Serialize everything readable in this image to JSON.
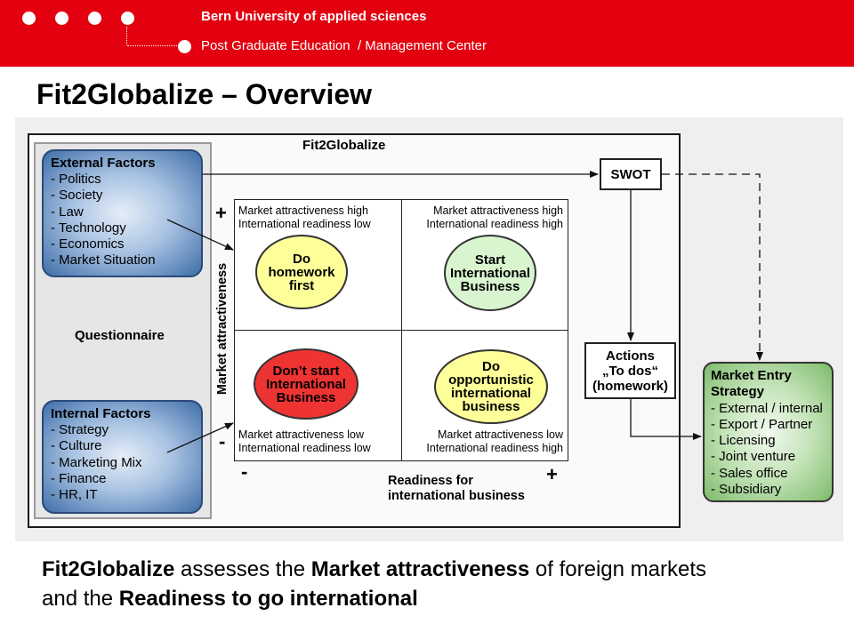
{
  "header": {
    "university": "Bern University of applied sciences",
    "department": "Post Graduate Education  / Management Center"
  },
  "slide_title": "Fit2Globalize – Overview",
  "diagram": {
    "title": "Fit2Globalize",
    "external_factors": {
      "title": "External Factors",
      "items": [
        "- Politics",
        "- Society",
        "- Law",
        "- Technology",
        "- Economics",
        "- Market Situation"
      ]
    },
    "questionnaire": "Questionnaire",
    "internal_factors": {
      "title": "Internal Factors",
      "items": [
        "- Strategy",
        "- Culture",
        "- Marketing Mix",
        "- Finance",
        "- HR, IT"
      ]
    },
    "matrix": {
      "y_axis_label": "Market attractiveness",
      "x_axis_label_line1": "Readiness for",
      "x_axis_label_line2": "international business",
      "plus": "+",
      "minus": "-",
      "quadrants": {
        "top_left": {
          "label_line1": "Market attractiveness high",
          "label_line2": "International readiness low",
          "action_lines": [
            "Do",
            "homework",
            "first"
          ],
          "color": "#ffff99"
        },
        "top_right": {
          "label_line1": "Market attractiveness high",
          "label_line2": "International readiness high",
          "action_lines": [
            "Start",
            "International",
            "Business"
          ],
          "color": "#d9f5d0"
        },
        "bottom_left": {
          "label_line1": "Market attractiveness low",
          "label_line2": "International readiness low",
          "action_lines": [
            "Don’t start",
            "International",
            "Business"
          ],
          "color": "#ee3333"
        },
        "bottom_right": {
          "label_line1": "Market attractiveness low",
          "label_line2": "International readiness high",
          "action_lines": [
            "Do",
            "opportunistic",
            "international",
            "business"
          ],
          "color": "#ffff99"
        }
      }
    },
    "swot": "SWOT",
    "actions": {
      "lines": [
        "Actions",
        "„To dos“",
        "(homework)"
      ]
    },
    "market_entry_strategy": {
      "title_line1": "Market Entry",
      "title_line2": "Strategy",
      "items": [
        "- External / internal",
        "- Export / Partner",
        "- Licensing",
        "- Joint venture",
        "- Sales office",
        "- Subsidiary"
      ]
    }
  },
  "caption": {
    "line1": [
      {
        "text": "Fit2Globalize",
        "bold": true
      },
      {
        "text": " assesses the ",
        "bold": false
      },
      {
        "text": "Market attractiveness",
        "bold": true
      },
      {
        "text": " of foreign markets",
        "bold": false
      }
    ],
    "line2": [
      {
        "text": "and the ",
        "bold": false
      },
      {
        "text": "Readiness to go international",
        "bold": true
      }
    ]
  },
  "colors": {
    "header_red": "#e3000f",
    "factor_blue": "#3e6ea8",
    "strategy_green": "#7dbb6a"
  }
}
